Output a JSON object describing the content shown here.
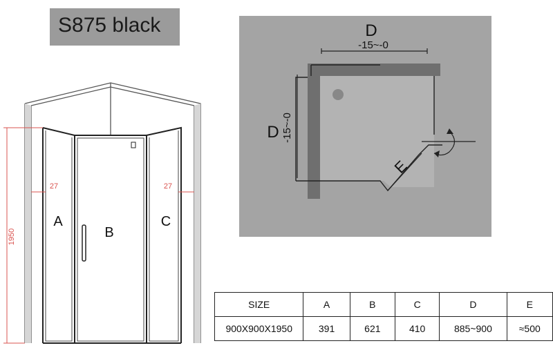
{
  "title": "S875 black",
  "front_view": {
    "height_label": "1950",
    "gap_left_label": "27",
    "gap_right_label": "27",
    "panel_a": "A",
    "panel_b": "B",
    "panel_c": "C"
  },
  "plan_view": {
    "dim_d_top": "D",
    "tol_top": "-15~-0",
    "dim_d_left": "D",
    "tol_left": "-15~-0",
    "dim_e": "E"
  },
  "table": {
    "headers": [
      "SIZE",
      "A",
      "B",
      "C",
      "D",
      "E"
    ],
    "row": [
      "900X900X1950",
      "391",
      "621",
      "410",
      "885~900",
      "≈500"
    ]
  }
}
